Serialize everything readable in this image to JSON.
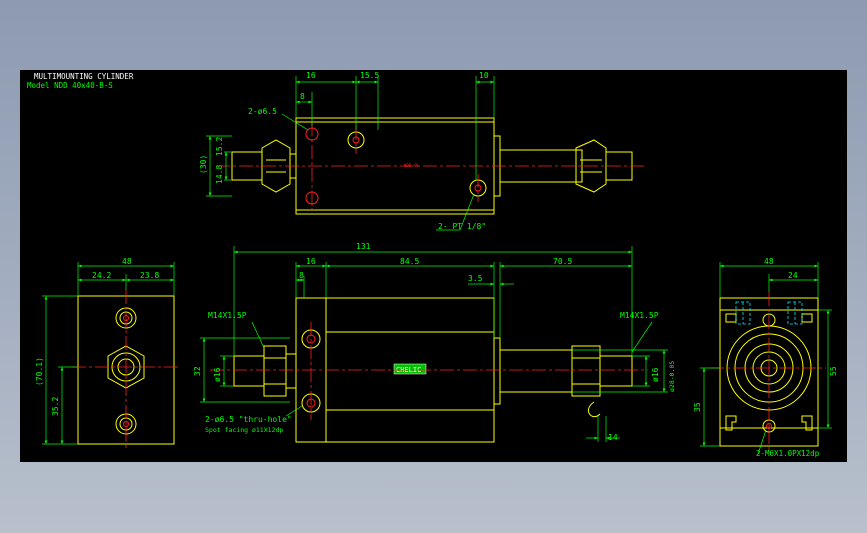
{
  "title": {
    "name": "MULTIMOUNTING CYLINDER",
    "model": "Model  NDD  40x40-B-S"
  },
  "colors": {
    "outline": "#ffff00",
    "dimension": "#00ff00",
    "centerline": "#ff2020",
    "hidden": "#00e5ff",
    "text": "#ffffff"
  },
  "top_view": {
    "dims": {
      "d16": "16",
      "d15_5": "15.5",
      "d8": "8",
      "d10": "10",
      "d30": "(30)",
      "d15_2": "15.2",
      "d14_8": "14.8"
    },
    "notes": {
      "holes": "2-ø6.5",
      "port": "2-  PT 1/8\""
    },
    "tag": "NDD 40"
  },
  "front_view": {
    "dims": {
      "d131": "131",
      "d16": "16",
      "d84_5": "84.5",
      "d70_5": "70.5",
      "d8": "8",
      "d3_5": "3.5",
      "d32": "32",
      "d16l": "ø16",
      "d16r": "ø16",
      "d28": "ø28-0.05",
      "d14": "14"
    },
    "notes": {
      "thread_left": "M14X1.5P",
      "thread_right": "M14X1.5P",
      "holes": "2-ø6.5 \"thru-hole\"",
      "spot": "Spot facing  ø11X12dp"
    },
    "brand": "CHELIC"
  },
  "left_view": {
    "dims": {
      "d48": "48",
      "d24_2": "24.2",
      "d23_8": "23.8",
      "d70_1": "(70.1)",
      "d35_2": "35.2"
    }
  },
  "right_view": {
    "dims": {
      "d48": "48",
      "d24": "24",
      "d55": "55",
      "d35": "35"
    },
    "notes": {
      "tap": "2-M6X1.0PX12dp"
    }
  }
}
